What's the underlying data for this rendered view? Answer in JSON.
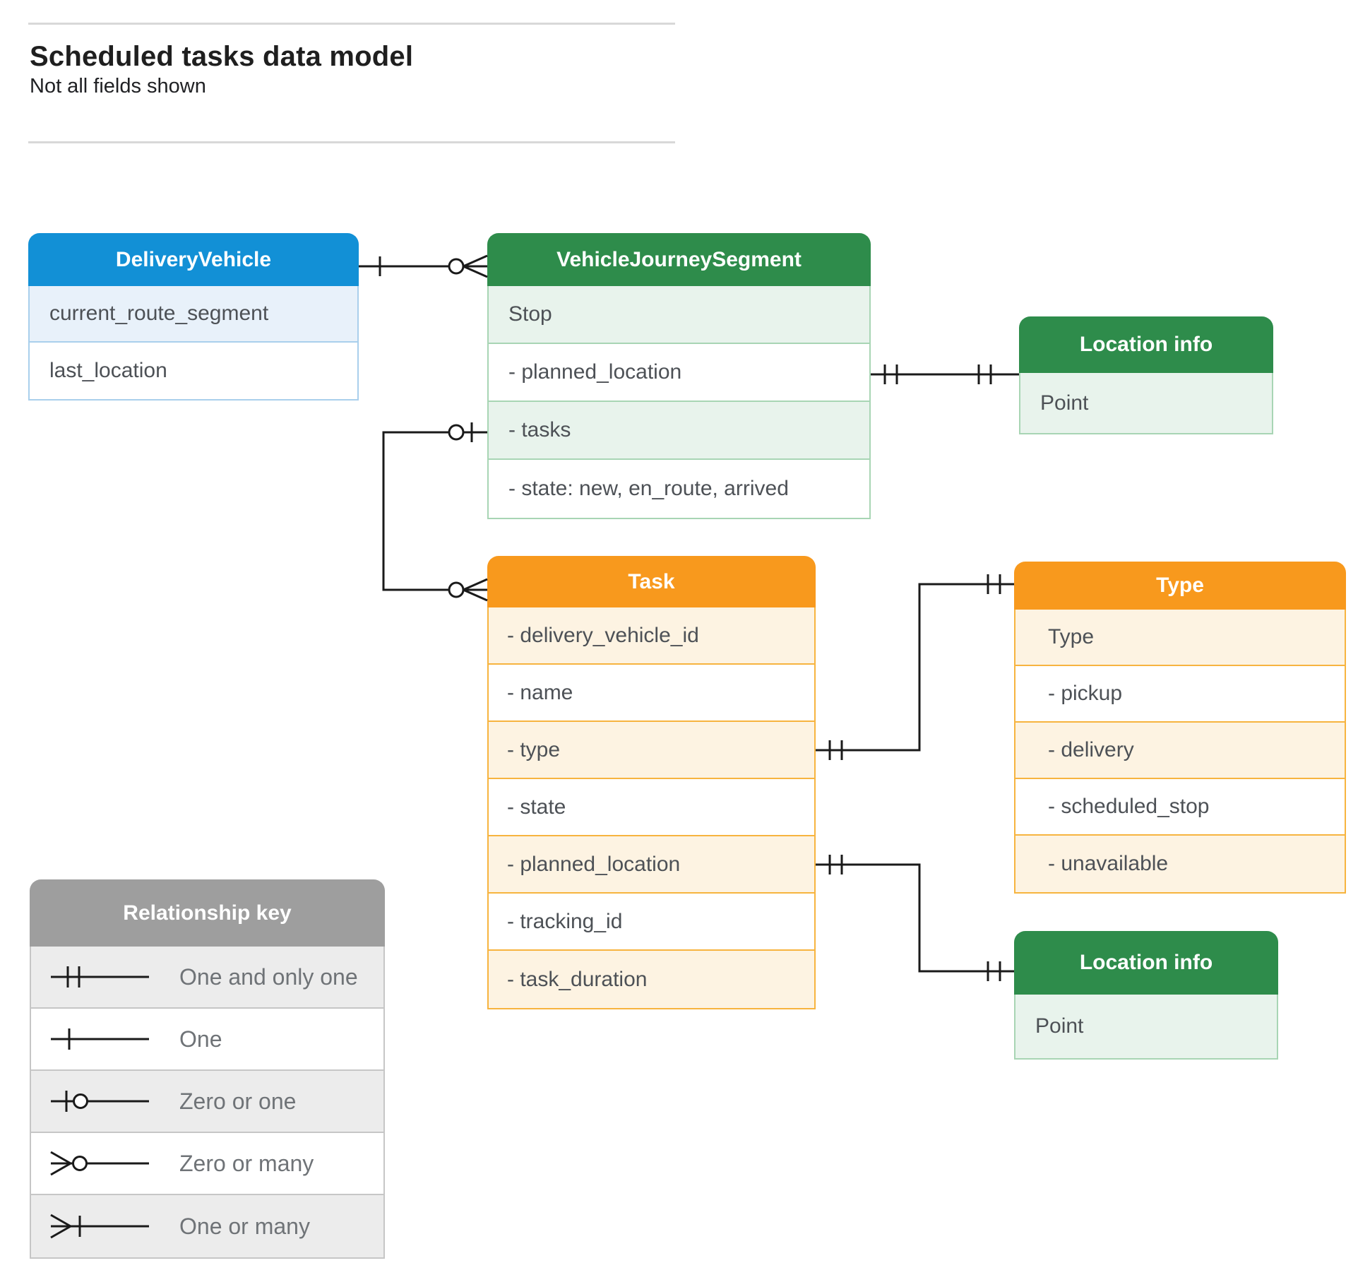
{
  "page": {
    "title": "Scheduled tasks data model",
    "subtitle": "Not all fields shown"
  },
  "colors": {
    "blue_header": "#1290D6",
    "green_header": "#2E8C4B",
    "orange_header": "#F8991D",
    "gray_header": "#9E9E9E",
    "connector": "#1A1A1A"
  },
  "entities": [
    {
      "id": "delivery-vehicle",
      "title": "DeliveryVehicle",
      "theme": "blue",
      "fields": [
        {
          "label": "current_route_segment"
        },
        {
          "label": "last_location"
        }
      ]
    },
    {
      "id": "vehicle-journey-segment",
      "title": "VehicleJourneySegment",
      "theme": "green",
      "fields": [
        {
          "label": "Stop"
        },
        {
          "label": "- planned_location"
        },
        {
          "label": "- tasks"
        },
        {
          "label": "- state: new, en_route, arrived"
        }
      ]
    },
    {
      "id": "location-info-top",
      "title": "Location info",
      "theme": "green",
      "fields": [
        {
          "label": "Point"
        }
      ]
    },
    {
      "id": "task",
      "title": "Task",
      "theme": "orange",
      "fields": [
        {
          "label": "- delivery_vehicle_id"
        },
        {
          "label": "- name"
        },
        {
          "label": "- type"
        },
        {
          "label": "- state"
        },
        {
          "label": "- planned_location"
        },
        {
          "label": "- tracking_id"
        },
        {
          "label": "- task_duration"
        }
      ]
    },
    {
      "id": "type",
      "title": "Type",
      "theme": "orange",
      "fields": [
        {
          "label": "Type"
        },
        {
          "label": "- pickup"
        },
        {
          "label": "- delivery"
        },
        {
          "label": "- scheduled_stop"
        },
        {
          "label": "- unavailable"
        }
      ]
    },
    {
      "id": "location-info-bottom",
      "title": "Location info",
      "theme": "green",
      "fields": [
        {
          "label": "Point"
        }
      ]
    }
  ],
  "legend": {
    "title": "Relationship key",
    "items": [
      {
        "symbol": "one-and-only-one",
        "label": "One and only one"
      },
      {
        "symbol": "one",
        "label": "One"
      },
      {
        "symbol": "zero-or-one",
        "label": "Zero or one"
      },
      {
        "symbol": "zero-or-many",
        "label": "Zero or many"
      },
      {
        "symbol": "one-or-many",
        "label": "One or many"
      }
    ]
  },
  "relationships": [
    {
      "from": "DeliveryVehicle",
      "to": "VehicleJourneySegment",
      "from_cardinality": "one",
      "to_cardinality": "zero-or-many"
    },
    {
      "from": "VehicleJourneySegment.planned_location",
      "to": "Location info",
      "from_cardinality": "one-and-only-one",
      "to_cardinality": "one-and-only-one"
    },
    {
      "from": "VehicleJourneySegment.tasks",
      "to": "Task",
      "from_cardinality": "zero-or-one",
      "to_cardinality": "zero-or-many"
    },
    {
      "from": "Task.type",
      "to": "Type",
      "from_cardinality": "one-and-only-one",
      "to_cardinality": "one-and-only-one"
    },
    {
      "from": "Task.planned_location",
      "to": "Location info",
      "from_cardinality": "one-and-only-one",
      "to_cardinality": "one-and-only-one"
    }
  ]
}
